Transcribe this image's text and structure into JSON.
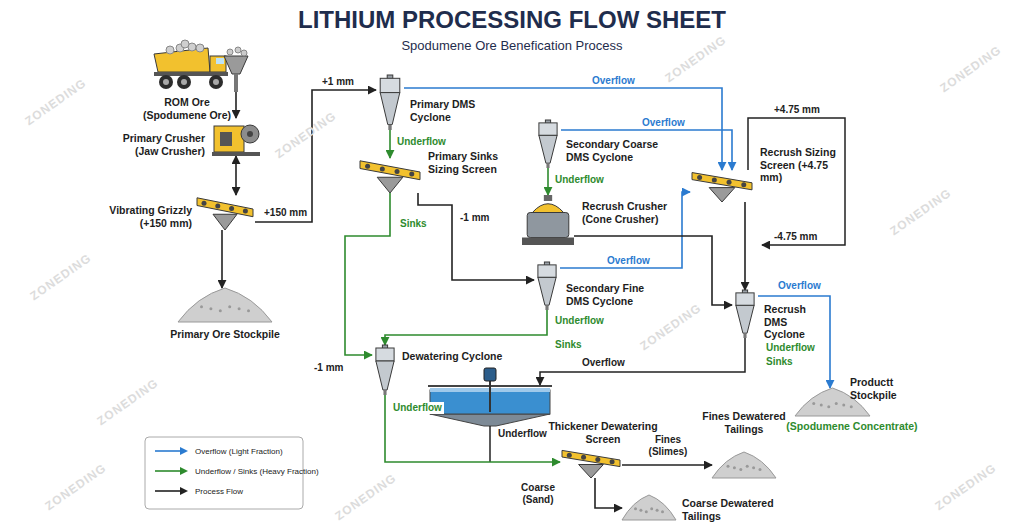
{
  "diagram": {
    "title": "LITHIUM PROCESSING FLOW SHEET",
    "caption": "Spodumene Ore Benefication Process",
    "nodes": [
      {
        "text": [
          "ROM Ore (Spodumene Ore)"
        ]
      },
      {
        "text": [
          "Primary Crusher (Jaw Crusher)"
        ]
      },
      {
        "text": [
          "Vibrating Grizzly (+150 mm)"
        ]
      },
      {
        "text": [
          "Primary Ore Stockpile"
        ]
      },
      {
        "text": [
          "Primary DMS Cyclone"
        ]
      },
      {
        "text": [
          "Primary Sinks Sizing Screen"
        ]
      },
      {
        "text": [
          "Secondary Coarse DMS Cyclone"
        ]
      },
      {
        "text": [
          "Recrush Crusher (Cone Crusher)"
        ]
      },
      {
        "text": [
          "Recrush Sizing Screen (+4.75 mm)"
        ]
      },
      {
        "text": [
          "Secondary Fine DMS Cyclone"
        ]
      },
      {
        "text": [
          "Recrush DMS Cyclone"
        ]
      },
      {
        "text": [
          "Dewatering Cyclone"
        ]
      },
      {
        "text": [
          "Thickener Dewatering Screen"
        ]
      },
      {
        "text": [
          "Fines Dewatered Tailings"
        ]
      },
      {
        "text": [
          "Coarse Dewatered Tailings"
        ]
      },
      {
        "text": [
          "Productt Stockpile",
          "(Spodumene Concentrate)"
        ]
      }
    ],
    "edges": [
      {
        "from": 0,
        "to": 1,
        "arrow": "to"
      },
      {
        "from": 1,
        "to": 2,
        "arrow": "both"
      },
      {
        "from": 2,
        "to": 3,
        "arrow": "to"
      },
      {
        "from": 2,
        "to": 4,
        "arrow": "to",
        "label": "+150 mm"
      },
      {
        "from": 4,
        "to": 5,
        "arrow": "to",
        "label": "Underflow"
      },
      {
        "from": 4,
        "to": 8,
        "arrow": "to",
        "label": "Overflow"
      },
      {
        "from": 6,
        "to": 8,
        "arrow": "to",
        "label": "Overflow"
      },
      {
        "from": 6,
        "to": 7,
        "arrow": "to",
        "label": "Underflow"
      },
      {
        "from": 5,
        "to": 9,
        "arrow": "to",
        "label": "-1 mm"
      },
      {
        "from": 5,
        "to": 11,
        "arrow": "to",
        "label": "Sinks"
      },
      {
        "from": 9,
        "to": 8,
        "arrow": "to",
        "label": "Overflow"
      },
      {
        "from": 9,
        "to": 11,
        "arrow": "to",
        "label": "Underflow"
      },
      {
        "from": 7,
        "to": 10,
        "arrow": "to"
      },
      {
        "from": 8,
        "to": 10,
        "arrow": "to"
      },
      {
        "from": 10,
        "to": 15,
        "arrow": "to",
        "label": "Overflow"
      },
      {
        "from": 11,
        "to": 12,
        "arrow": "to",
        "label": "Underflow"
      },
      {
        "from": 12,
        "to": 13,
        "arrow": "to",
        "label": "Fines (Slimes)"
      },
      {
        "from": 12,
        "to": 14,
        "arrow": "to",
        "label": "Coarse (Sand)"
      }
    ],
    "labels": [
      "+1 mm",
      "-1 mm",
      "Sinks",
      "+4.75 mm",
      "-4.75 mm",
      "Underflow",
      "Sinks",
      "Overflow",
      "Underflow",
      "ZONEDING",
      "ZONEDING",
      "ZONEDING",
      "ZONEDING",
      "ZONEDING",
      "ZONEDING",
      "ZONEDING",
      "ZONEDING",
      "ZONEDING",
      "ZONEDING",
      "ZONEDING"
    ],
    "legend": [
      {
        "text": "Overflow (Light Fraction)"
      },
      {
        "text": "Underflow / Sinks (Heavy Fraction)"
      },
      {
        "text": "Process Flow"
      }
    ]
  }
}
